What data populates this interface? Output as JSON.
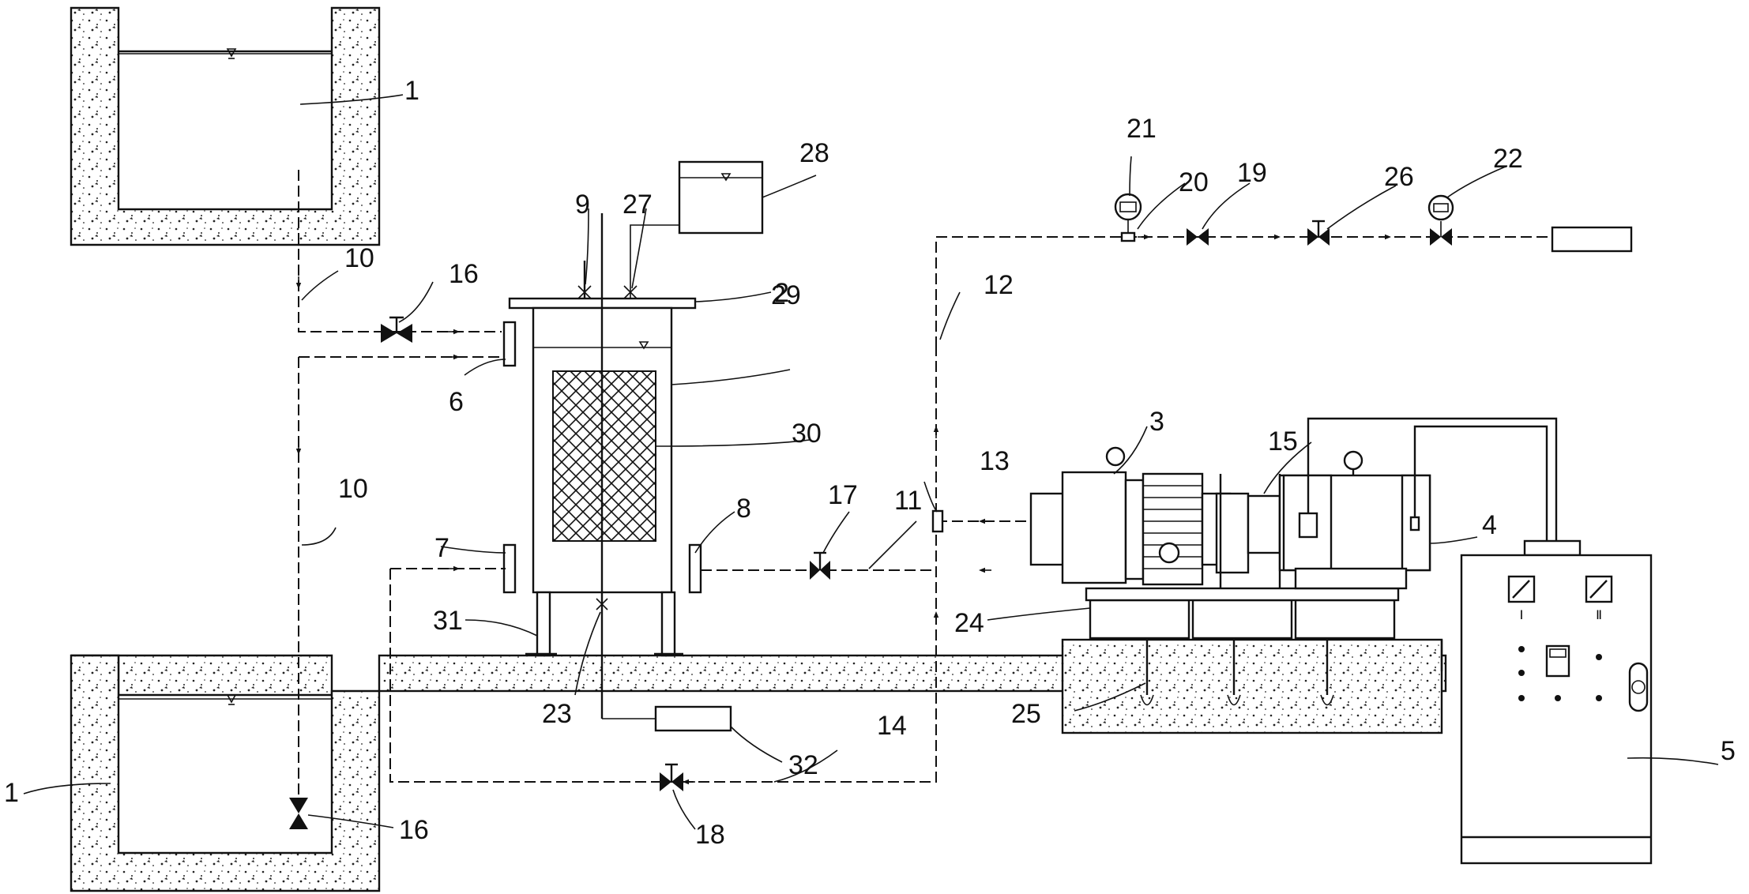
{
  "labels": {
    "l1a": "1",
    "l1b": "1",
    "l2": "2",
    "l3": "3",
    "l4": "4",
    "l5": "5",
    "l6": "6",
    "l7": "7",
    "l8": "8",
    "l9": "9",
    "l10a": "10",
    "l10b": "10",
    "l11": "11",
    "l12": "12",
    "l13": "13",
    "l14": "14",
    "l15": "15",
    "l16a": "16",
    "l16b": "16",
    "l17": "17",
    "l18": "18",
    "l19": "19",
    "l20": "20",
    "l21": "21",
    "l22": "22",
    "l23": "23",
    "l24": "24",
    "l25": "25",
    "l26": "26",
    "l27": "27",
    "l28": "28",
    "l29": "29",
    "l30": "30",
    "l31": "31",
    "l32": "32"
  },
  "cabinet": {
    "meter_label_1": "Ⅰ",
    "meter_label_2": "Ⅱ"
  },
  "colors": {
    "line": "#111111",
    "background": "#ffffff"
  }
}
